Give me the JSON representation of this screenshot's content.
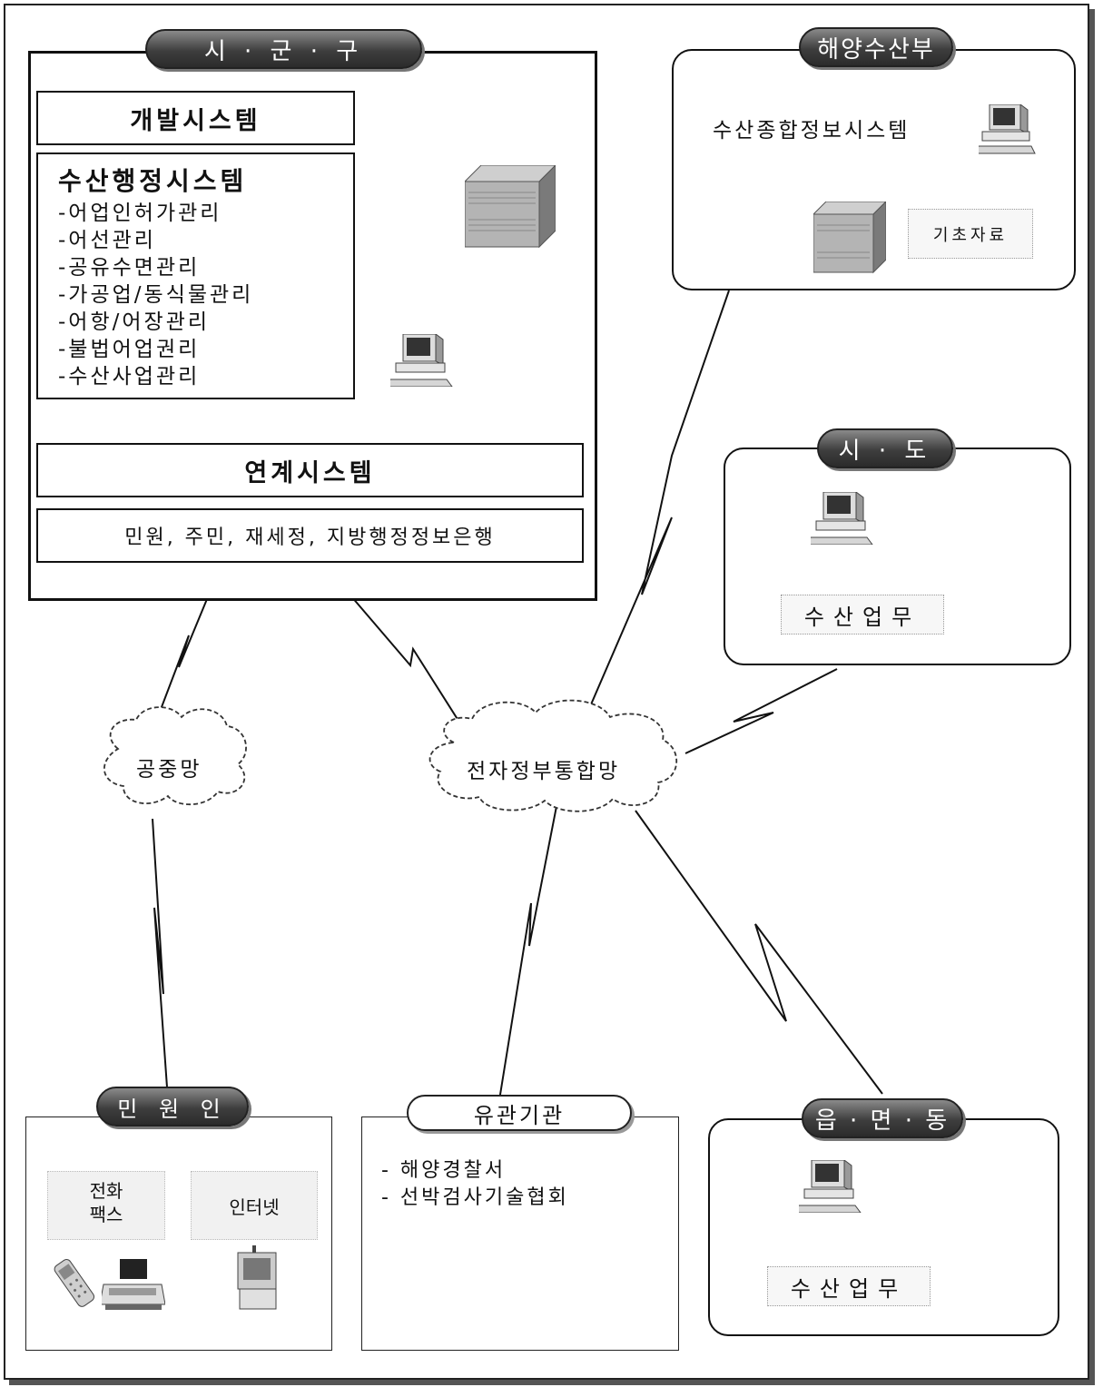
{
  "sigungu": {
    "label": "시 · 군 · 구",
    "dev_system": "개발시스템",
    "admin": {
      "title": "수산행정시스템",
      "items": [
        "-어업인허가관리",
        "-어선관리",
        "-공유수면관리",
        "-가공업/동식물관리",
        "-어항/어장관리",
        "-불법어업권리",
        "-수산사업관리"
      ]
    },
    "link_system": "연계시스템",
    "link_targets": "민원, 주민, 재세정, 지방행정정보은행"
  },
  "ministry": {
    "label": "해양수산부",
    "system": "수산종합정보시스템",
    "base_data": "기초자료"
  },
  "sido": {
    "label": "시 · 도",
    "work": "수산업무"
  },
  "eup": {
    "label": "읍 · 면 · 동",
    "work": "수산업무"
  },
  "networks": {
    "public": "공중망",
    "egov": "전자정부통합망"
  },
  "civil": {
    "label": "민 원 인",
    "phone_fax_line1": "전화",
    "phone_fax_line2": "팩스",
    "internet": "인터넷"
  },
  "agencies": {
    "label": "유관기관",
    "items": [
      "- 해양경찰서",
      "- 선박검사기술협회"
    ]
  }
}
